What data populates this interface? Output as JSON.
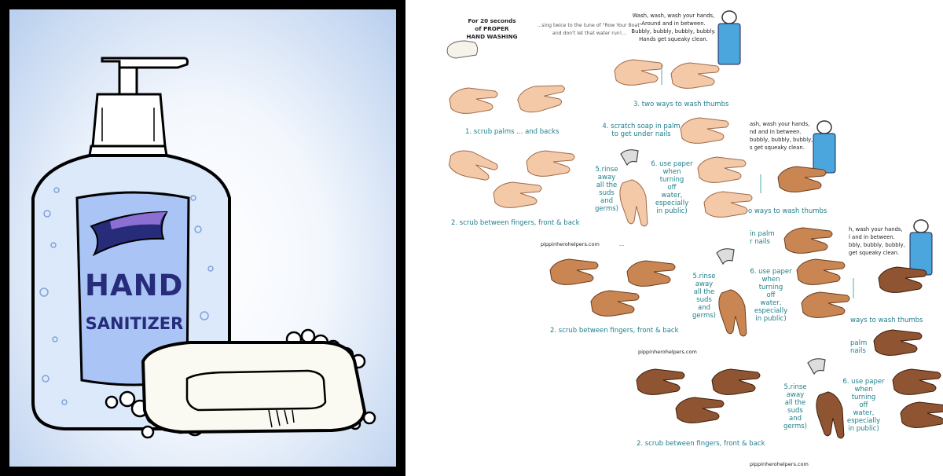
{
  "left_panel": {
    "label_line1": "HAND",
    "label_line2": "SANITIZER",
    "colors": {
      "bottle": "#dce9fb",
      "label": "#a9c4f5",
      "swoosh": "#262b7a",
      "soap": "#fbfaf2"
    }
  },
  "right_panel": {
    "header": {
      "line1": "For 20 seconds",
      "line2": "of PROPER",
      "line3": "HAND WASHING"
    },
    "tune": {
      "line1": "...sing twice to the tune of \"Row Your Boat\"",
      "line2": "and don't let that water run!..."
    },
    "song": {
      "line1": "Wash, wash, wash your hands,",
      "line2": "Around and in between.",
      "line3": "Bubbly, bubbly, bubbly, bubbly.",
      "line4": "Hands get squeaky clean."
    },
    "song_partial_2": {
      "line1": "ash, wash your hands,",
      "line2": "nd and in between.",
      "line3": "bubbly, bubbly, bubbly,",
      "line4": "s get squeaky clean."
    },
    "song_partial_3": {
      "line1": "h, wash your hands,",
      "line2": "l and in between.",
      "line3": "bbly, bubbly, bubbly,",
      "line4": "get squeaky clean."
    },
    "card1": {
      "step1": "1. scrub palms ... and backs",
      "step2": "2. scrub between fingers, front & back",
      "step3": "3. two ways to wash thumbs",
      "step4_line1": "4. scratch soap in palm",
      "step4_line2": "to get under nails",
      "step5": [
        "5.rinse",
        "away",
        "all the",
        "suds",
        "and",
        "germs)"
      ],
      "step6": [
        "6. use paper",
        "when",
        "turning",
        "off",
        "water,",
        "especially",
        "in public)"
      ],
      "site": "pippinherohelpers.com",
      "ellipsis": "..."
    },
    "card2": {
      "step2": "2. scrub between fingers, front & back",
      "step3_partial": "o ways to wash thumbs",
      "step4_partial_line1": "in palm",
      "step4_partial_line2": "r nails",
      "step5": [
        "5.rinse",
        "away",
        "all the",
        "suds",
        "and",
        "germs)"
      ],
      "step6": [
        "6. use paper",
        "when",
        "turning",
        "off",
        "water,",
        "especially",
        "in public)"
      ],
      "site": "pippinherohelpers.com"
    },
    "card3": {
      "step2": "2. scrub between fingers, front & back",
      "step3_partial": "ways to wash thumbs",
      "step4_partial_line1": "palm",
      "step4_partial_line2": "nails",
      "step5": [
        "5.rinse",
        "away",
        "all the",
        "suds",
        "and",
        "germs)"
      ],
      "step6": [
        "6. use paper",
        "when",
        "turning",
        "off",
        "water,",
        "especially",
        "in public)"
      ],
      "site": "pippinherohelpers.com"
    },
    "colors": {
      "text_teal": "#1e7f8c",
      "skin_light": "#f4c9a8",
      "skin_medium": "#c98652",
      "skin_dark": "#8f5431",
      "towel": "#4aa6dc"
    }
  }
}
